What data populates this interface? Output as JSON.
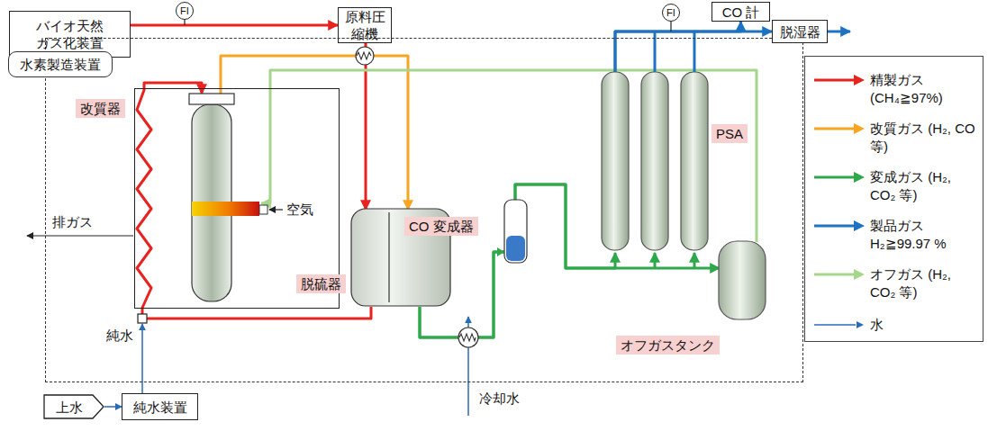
{
  "diagram": {
    "nodes": [
      {
        "text": [
          "バイオ天然ガス化装置"
        ]
      },
      {
        "text": [
          "原料圧縮機"
        ]
      },
      {
        "text": [
          "水素製造装置"
        ]
      },
      {
        "text": [
          "改質器"
        ],
        "in": 2
      },
      {
        "text": [
          "脱硫器"
        ],
        "in": 2
      },
      {
        "text": [
          "CO 変成器"
        ],
        "in": 2
      },
      {
        "text": [
          "PSA"
        ],
        "in": 2
      },
      {
        "text": [
          "オフガスタンク"
        ],
        "in": 2
      },
      {
        "text": [
          "CO 計"
        ]
      },
      {
        "text": [
          "脱湿器"
        ]
      },
      {
        "text": [
          "上水"
        ]
      },
      {
        "text": [
          "純水装置"
        ]
      }
    ],
    "edges": [
      {
        "from": 0,
        "to": 1,
        "arrow": "to"
      },
      {
        "from": 1,
        "to": 4,
        "arrow": "to"
      },
      {
        "from": 4,
        "to": 3,
        "arrow": "to"
      },
      {
        "from": 3,
        "to": 5,
        "arrow": "to"
      },
      {
        "from": 5,
        "to": 6,
        "arrow": "to"
      },
      {
        "from": 5,
        "to": 7,
        "arrow": "to"
      },
      {
        "from": 7,
        "to": 3,
        "arrow": "to"
      },
      {
        "from": 6,
        "to": 8,
        "arrow": "to"
      },
      {
        "from": 6,
        "to": 9,
        "arrow": "to"
      },
      {
        "from": 10,
        "to": 11,
        "arrow": "to"
      },
      {
        "from": 11,
        "to": 3,
        "arrow": "to"
      }
    ],
    "labels": [
      "FI",
      "FI",
      "空気",
      "排ガス",
      "純水",
      "冷却水"
    ],
    "legend": [
      {
        "text": "精製ガス (CH₄≧97%)",
        "color": "#e8231f"
      },
      {
        "text": "改質ガス (H₂, CO 等)",
        "color": "#f6a623"
      },
      {
        "text": "変成ガス (H₂, CO₂ 等)",
        "color": "#2ea84a"
      },
      {
        "text": "製品ガス H₂≧99.97 %",
        "color": "#1d72c2"
      },
      {
        "text": "オフガス (H₂, CO₂ 等)",
        "color": "#a5d68c"
      },
      {
        "text": "水",
        "color": "#2a6bb8"
      }
    ]
  }
}
